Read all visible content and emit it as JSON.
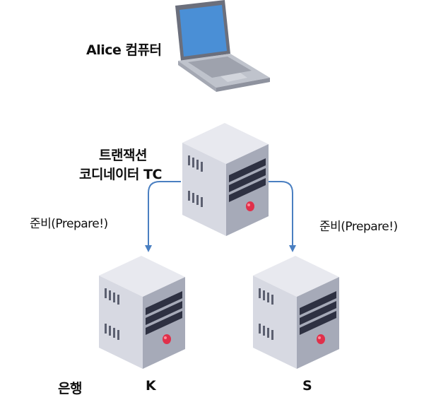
{
  "nodes": {
    "alice": {
      "label": "Alice 컴퓨터"
    },
    "coordinator": {
      "line1": "트랜잭션",
      "line2": "코디네이터 TC"
    },
    "bank_k": {
      "label": "K"
    },
    "bank_s": {
      "label": "S"
    }
  },
  "edges": {
    "to_k": {
      "label": "준비(Prepare!)"
    },
    "to_s": {
      "label": "준비(Prepare!)"
    }
  },
  "row_label": "은행",
  "colors": {
    "arrow": "#4a7fc1",
    "screen": "#4a8fd6",
    "laptop_body": "#bfc3cc",
    "server_face": "#d7d9e2",
    "server_side": "#a6aab8",
    "server_top": "#e8e9ef",
    "drive_bar": "#2e3142",
    "power_led": "#e0304a"
  }
}
